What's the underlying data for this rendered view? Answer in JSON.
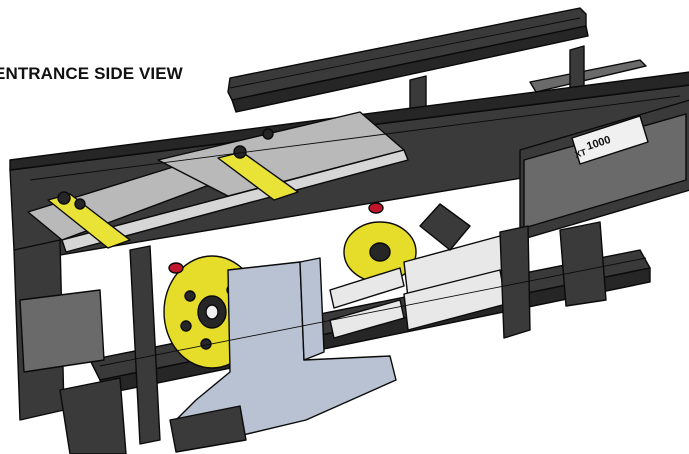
{
  "caption": {
    "text": "ENTRANCE SIDE VIEW"
  },
  "logo_plate": {
    "text": "1000",
    "small_text": "XT"
  },
  "colors": {
    "frame": "#3a3a3a",
    "frame_dark": "#262626",
    "frame_light": "#6a6a6a",
    "tray": "#b9b9b9",
    "tray_light": "#d6d6d6",
    "strap": "#e8e336",
    "wheel": "#e6dc2a",
    "cylinder": "#e8e8e8",
    "guard": "#b8c2d2",
    "bolt_red": "#c0152a",
    "plate": "#f0f0f0"
  }
}
